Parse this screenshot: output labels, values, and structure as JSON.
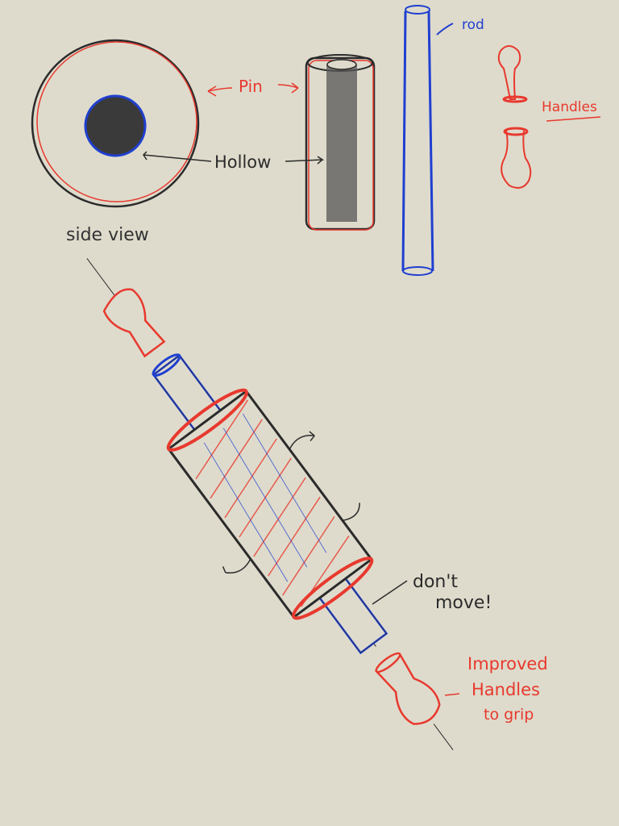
{
  "labels": {
    "side_view": "side view",
    "pin": "Pin",
    "hollow": "Hollow",
    "rod": "rod",
    "handles": "Handles",
    "dont_move": "don't",
    "dont_move_2": "move!",
    "improved_1": "Improved",
    "improved_2": "Handles",
    "improved_3": "to grip"
  },
  "colors": {
    "background": "#dedbcc",
    "pencil": "#2b2b2b",
    "red": "#e8392e",
    "blue": "#1f3fd0"
  }
}
